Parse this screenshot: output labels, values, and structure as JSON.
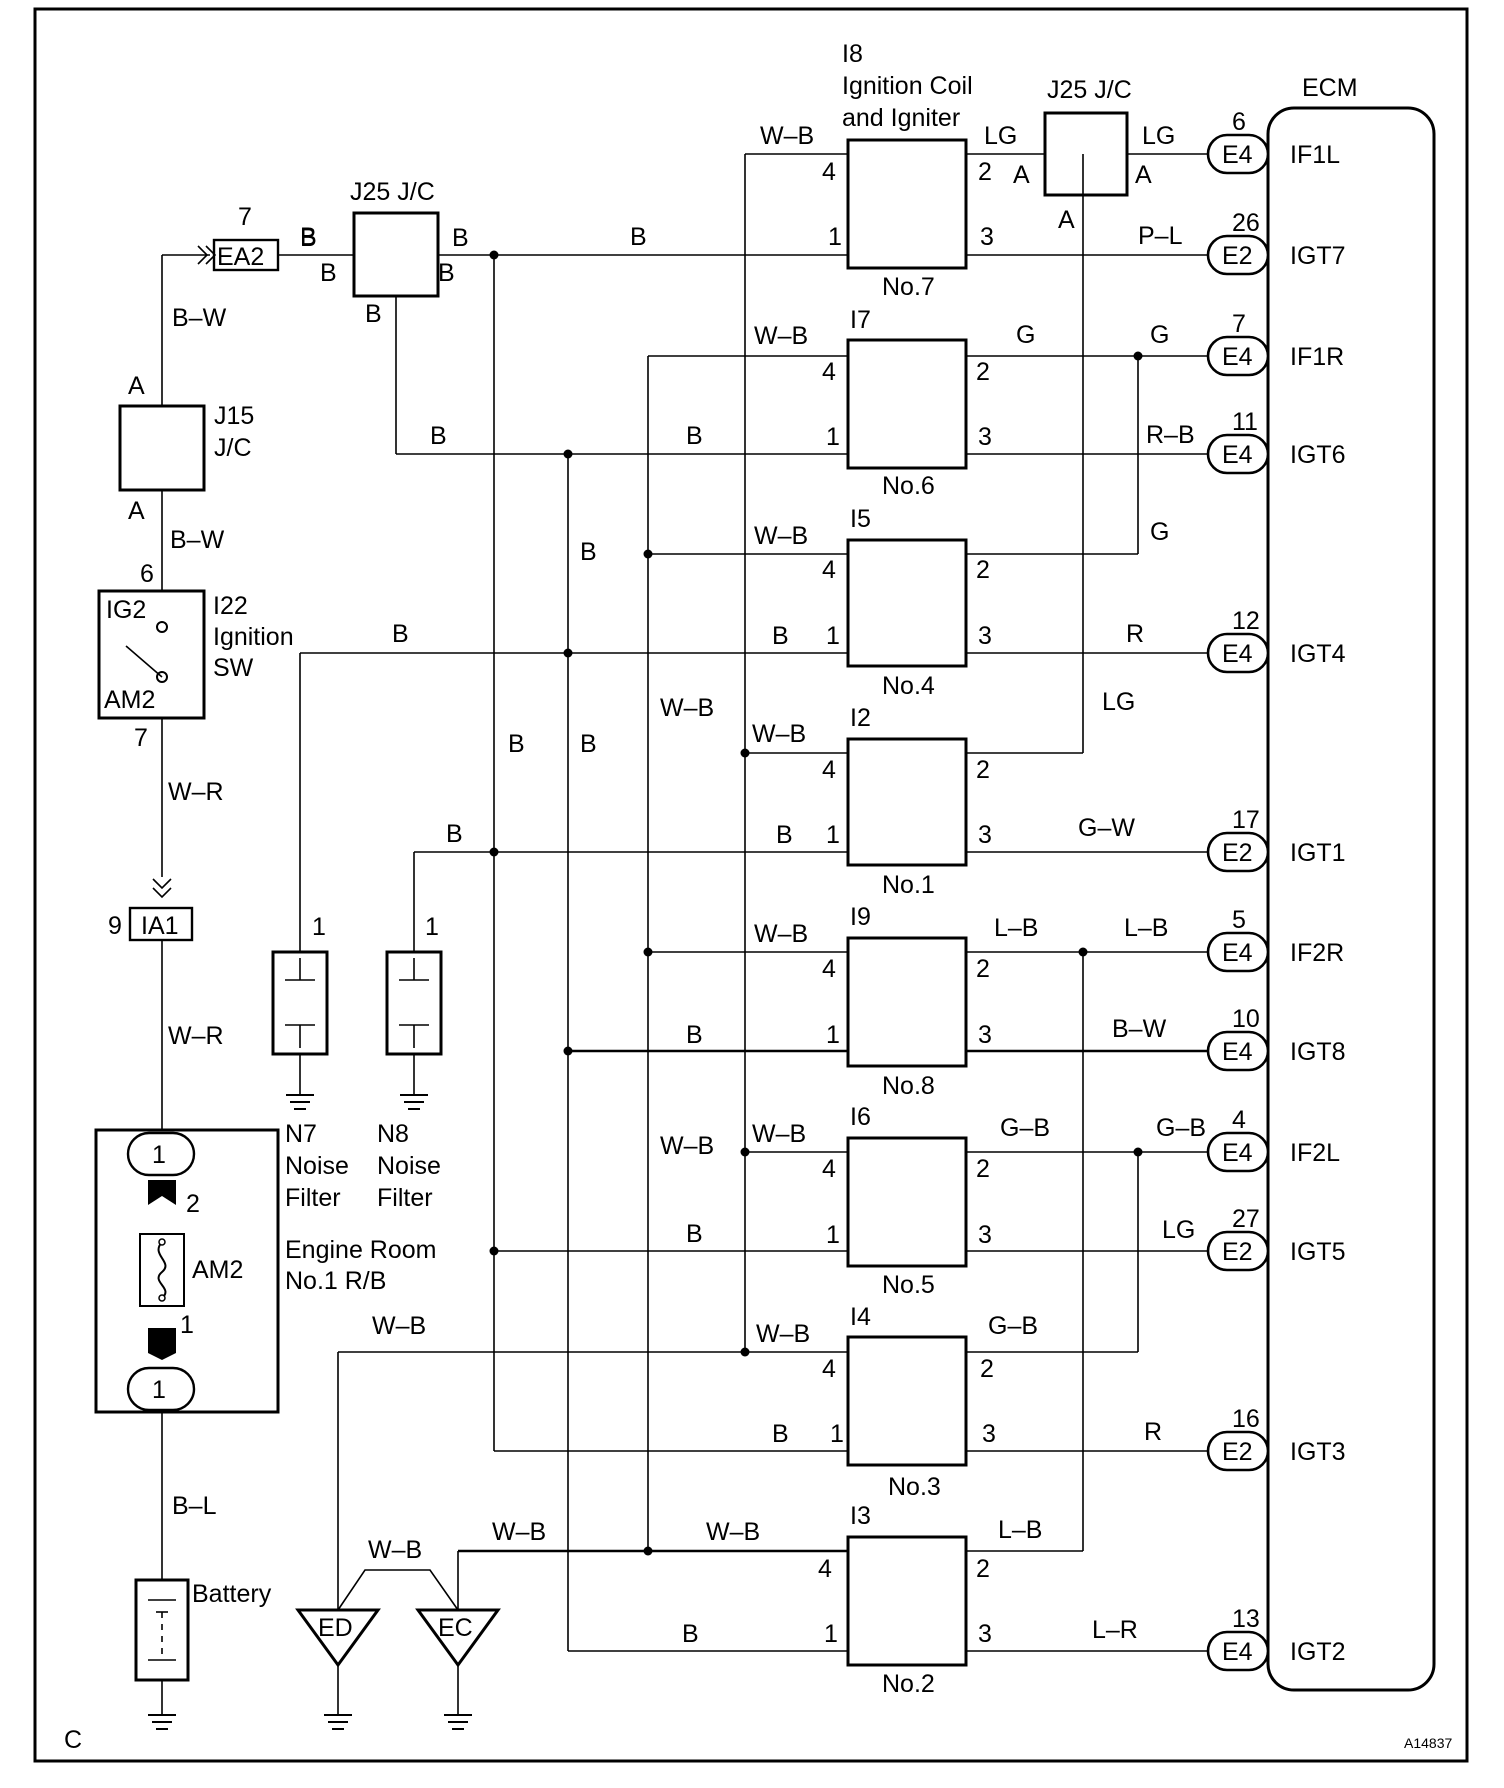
{
  "corner_label": "C",
  "figure_id": "A14837",
  "ecm": {
    "title": "ECM",
    "pins": [
      {
        "num": "6",
        "conn": "E4",
        "name": "IF1L"
      },
      {
        "num": "26",
        "conn": "E2",
        "name": "IGT7"
      },
      {
        "num": "7",
        "conn": "E4",
        "name": "IF1R"
      },
      {
        "num": "11",
        "conn": "E4",
        "name": "IGT6"
      },
      {
        "num": "12",
        "conn": "E4",
        "name": "IGT4"
      },
      {
        "num": "17",
        "conn": "E2",
        "name": "IGT1"
      },
      {
        "num": "5",
        "conn": "E4",
        "name": "IF2R"
      },
      {
        "num": "10",
        "conn": "E4",
        "name": "IGT8"
      },
      {
        "num": "4",
        "conn": "E4",
        "name": "IF2L"
      },
      {
        "num": "27",
        "conn": "E2",
        "name": "IGT5"
      },
      {
        "num": "16",
        "conn": "E2",
        "name": "IGT3"
      },
      {
        "num": "13",
        "conn": "E4",
        "name": "IGT2"
      }
    ]
  },
  "coils": [
    {
      "id": "I8",
      "sub": "Ignition Coil",
      "sub2": "and Igniter",
      "no": "No.7",
      "p4": "4",
      "p1": "1",
      "p2": "2",
      "p3": "3"
    },
    {
      "id": "I7",
      "no": "No.6",
      "p4": "4",
      "p1": "1",
      "p2": "2",
      "p3": "3"
    },
    {
      "id": "I5",
      "no": "No.4",
      "p4": "4",
      "p1": "1",
      "p2": "2",
      "p3": "3"
    },
    {
      "id": "I2",
      "no": "No.1",
      "p4": "4",
      "p1": "1",
      "p2": "2",
      "p3": "3"
    },
    {
      "id": "I9",
      "no": "No.8",
      "p4": "4",
      "p1": "1",
      "p2": "2",
      "p3": "3"
    },
    {
      "id": "I6",
      "no": "No.5",
      "p4": "4",
      "p1": "1",
      "p2": "2",
      "p3": "3"
    },
    {
      "id": "I4",
      "no": "No.3",
      "p4": "4",
      "p1": "1",
      "p2": "2",
      "p3": "3"
    },
    {
      "id": "I3",
      "no": "No.2",
      "p4": "4",
      "p1": "1",
      "p2": "2",
      "p3": "3"
    }
  ],
  "junctions": {
    "j25_top": {
      "title": "J25 J/C",
      "a_left": "A",
      "a_right": "A",
      "a_bottom": "A"
    },
    "j25_left": {
      "title": "J25 J/C",
      "b_tl": "B",
      "b_tr": "B",
      "b_bl": "B",
      "b_br": "B",
      "b_bottom": "B"
    },
    "j15": {
      "title": "J15",
      "title2": "J/C",
      "a_top": "A",
      "a_bottom": "A"
    }
  },
  "ignition_sw": {
    "id": "I22",
    "line1": "Ignition",
    "line2": "SW",
    "ig2": "IG2",
    "am2": "AM2",
    "pin_top": "6",
    "pin_bottom": "7"
  },
  "connectors": {
    "ea2": {
      "label": "EA2",
      "pin": "7"
    },
    "ia1": {
      "label": "IA1",
      "pin": "9"
    }
  },
  "relay_block": {
    "line1": "Engine Room",
    "line2": "No.1 R/B",
    "fuse": "AM2",
    "top": "1",
    "bottom": "1",
    "pin2": "2",
    "pin1": "1"
  },
  "battery": {
    "label": "Battery"
  },
  "noise_filters": [
    {
      "id": "N7",
      "line1": "Noise",
      "line2": "Filter",
      "pin": "1"
    },
    {
      "id": "N8",
      "line1": "Noise",
      "line2": "Filter",
      "pin": "1"
    }
  ],
  "grounds": {
    "ed": "ED",
    "ec": "EC"
  },
  "wires": {
    "b": "B",
    "bw": "B–W",
    "wr": "W–R",
    "wb": "W–B",
    "bl": "B–L",
    "lg": "LG",
    "pl": "P–L",
    "g": "G",
    "rb": "R–B",
    "r": "R",
    "gw": "G–W",
    "lb": "L–B",
    "gb": "G–B",
    "lr": "L–R"
  }
}
